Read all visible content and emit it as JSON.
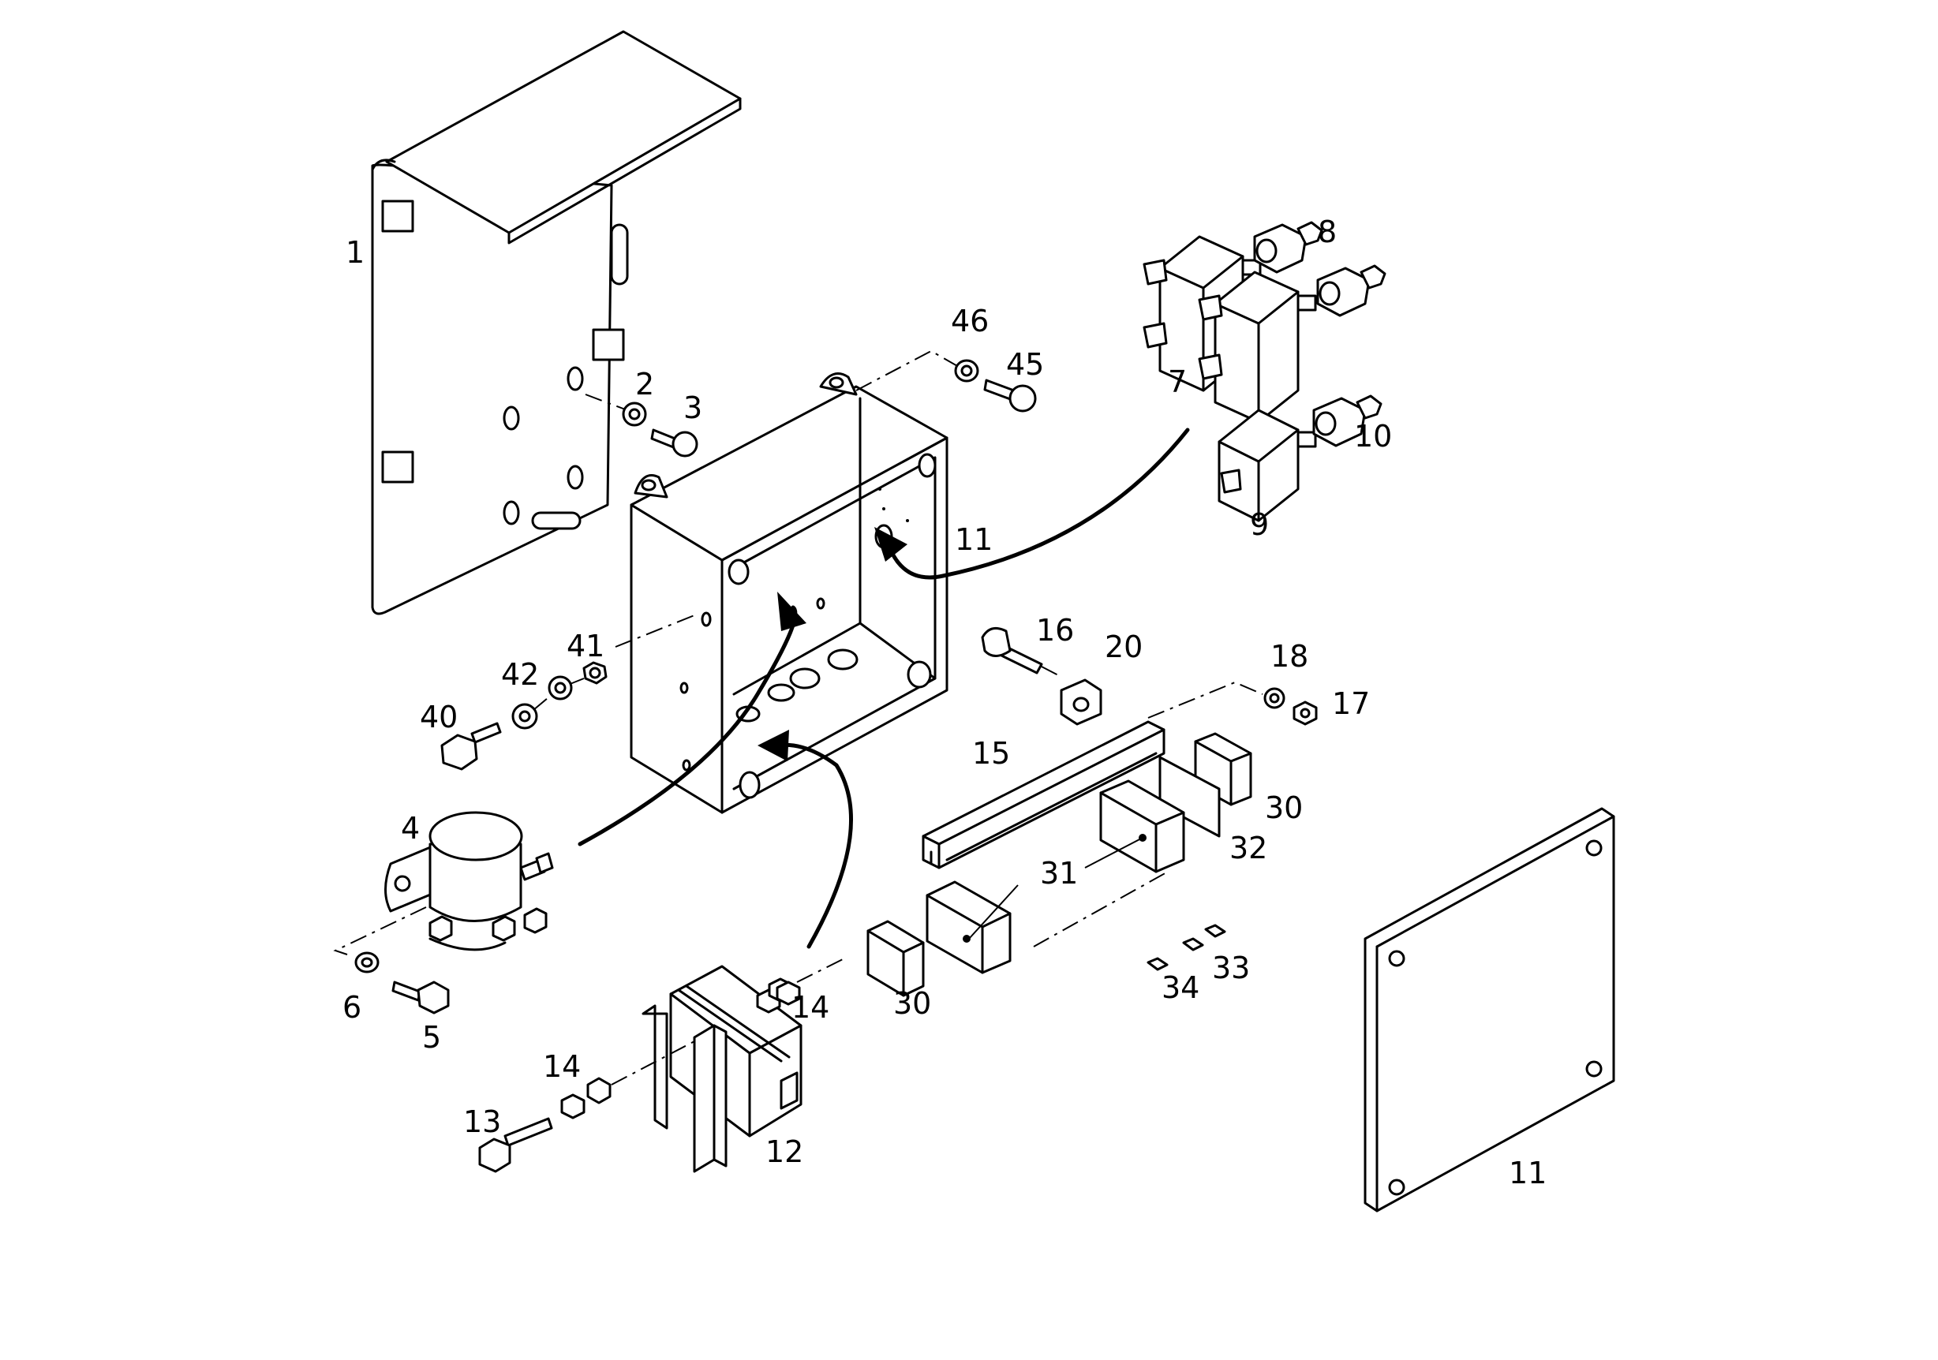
{
  "diagram": {
    "callouts": [
      {
        "id": "c1",
        "text": "1"
      },
      {
        "id": "c2",
        "text": "2"
      },
      {
        "id": "c3",
        "text": "3"
      },
      {
        "id": "c4",
        "text": "4"
      },
      {
        "id": "c5",
        "text": "5"
      },
      {
        "id": "c6",
        "text": "6"
      },
      {
        "id": "c7",
        "text": "7"
      },
      {
        "id": "c8",
        "text": "8"
      },
      {
        "id": "c9",
        "text": "9"
      },
      {
        "id": "c10",
        "text": "10"
      },
      {
        "id": "c11a",
        "text": "11"
      },
      {
        "id": "c11b",
        "text": "11"
      },
      {
        "id": "c12",
        "text": "12"
      },
      {
        "id": "c13",
        "text": "13"
      },
      {
        "id": "c14a",
        "text": "14"
      },
      {
        "id": "c14b",
        "text": "14"
      },
      {
        "id": "c15",
        "text": "15"
      },
      {
        "id": "c16",
        "text": "16"
      },
      {
        "id": "c17",
        "text": "17"
      },
      {
        "id": "c18",
        "text": "18"
      },
      {
        "id": "c20",
        "text": "20"
      },
      {
        "id": "c30a",
        "text": "30"
      },
      {
        "id": "c30b",
        "text": "30"
      },
      {
        "id": "c31",
        "text": "31"
      },
      {
        "id": "c32",
        "text": "32"
      },
      {
        "id": "c33",
        "text": "33"
      },
      {
        "id": "c34",
        "text": "34"
      },
      {
        "id": "c40",
        "text": "40"
      },
      {
        "id": "c41",
        "text": "41"
      },
      {
        "id": "c42",
        "text": "42"
      },
      {
        "id": "c45",
        "text": "45"
      },
      {
        "id": "c46",
        "text": "46"
      }
    ]
  }
}
